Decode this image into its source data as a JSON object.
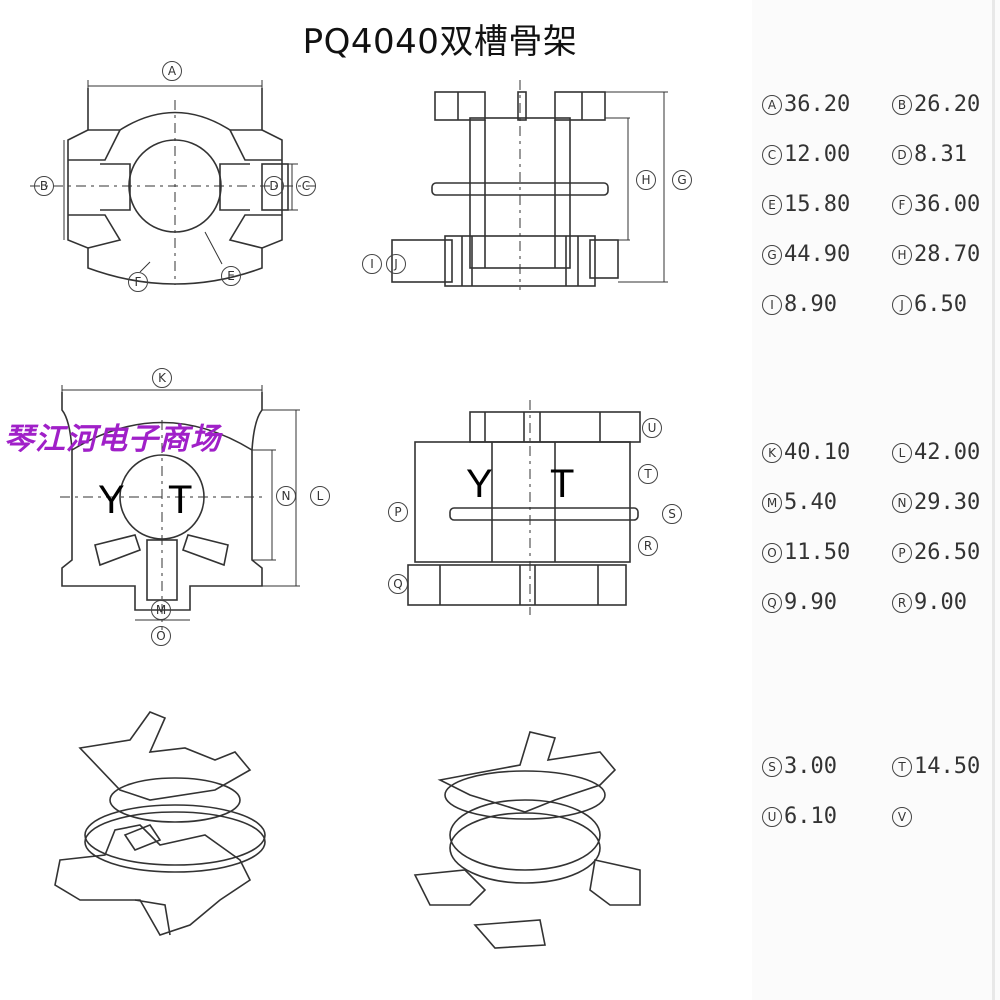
{
  "title": "PQ4040双槽骨架",
  "watermark": "琴江河电子商场",
  "brand_y": "Y",
  "brand_t": "T",
  "callouts": {
    "A": "A",
    "B": "B",
    "C": "C",
    "D": "D",
    "E": "E",
    "F": "F",
    "G": "G",
    "H": "H",
    "I": "I",
    "J": "J",
    "K": "K",
    "L": "L",
    "M": "M",
    "N": "N",
    "O": "O",
    "P": "P",
    "Q": "Q",
    "R": "R",
    "S": "S",
    "T": "T",
    "U": "U"
  },
  "dimensions": {
    "group1": [
      [
        {
          "letter": "A",
          "value": "36.20"
        },
        {
          "letter": "B",
          "value": "26.20"
        }
      ],
      [
        {
          "letter": "C",
          "value": "12.00"
        },
        {
          "letter": "D",
          "value": "8.31"
        }
      ],
      [
        {
          "letter": "E",
          "value": "15.80"
        },
        {
          "letter": "F",
          "value": "36.00"
        }
      ],
      [
        {
          "letter": "G",
          "value": "44.90"
        },
        {
          "letter": "H",
          "value": "28.70"
        }
      ],
      [
        {
          "letter": "I",
          "value": "8.90"
        },
        {
          "letter": "J",
          "value": "6.50"
        }
      ]
    ],
    "group2": [
      [
        {
          "letter": "K",
          "value": "40.10"
        },
        {
          "letter": "L",
          "value": "42.00"
        }
      ],
      [
        {
          "letter": "M",
          "value": "5.40"
        },
        {
          "letter": "N",
          "value": "29.30"
        }
      ],
      [
        {
          "letter": "O",
          "value": "11.50"
        },
        {
          "letter": "P",
          "value": "26.50"
        }
      ],
      [
        {
          "letter": "Q",
          "value": "9.90"
        },
        {
          "letter": "R",
          "value": "9.00"
        }
      ]
    ],
    "group3": [
      [
        {
          "letter": "S",
          "value": "3.00"
        },
        {
          "letter": "T",
          "value": "14.50"
        }
      ],
      [
        {
          "letter": "U",
          "value": "6.10"
        },
        {
          "letter": "V",
          "value": ""
        }
      ]
    ]
  }
}
